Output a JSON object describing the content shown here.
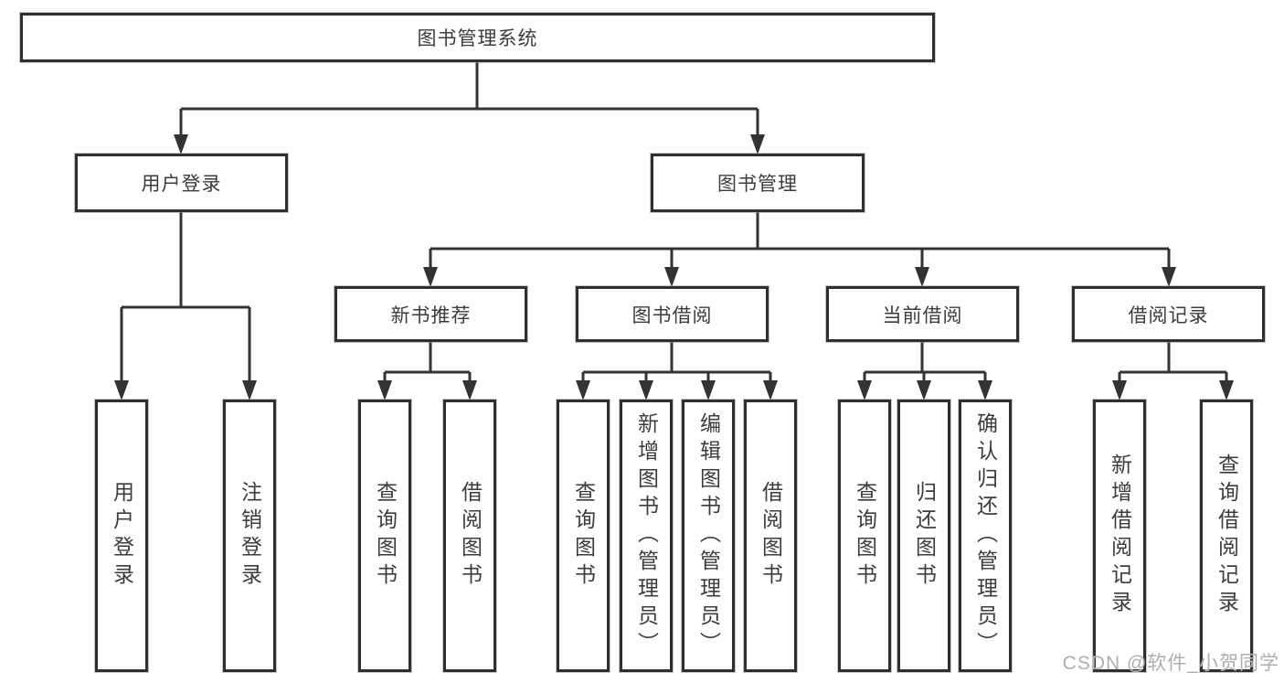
{
  "diagram_type": "hierarchy-tree",
  "colors": {
    "line": "#333333",
    "box_border": "#2f2f2f",
    "text": "#3c3c3c",
    "watermark": "#aeaeae",
    "background": "#ffffff"
  },
  "tree": {
    "label": "图书管理系统",
    "children": [
      {
        "label": "用户登录",
        "children": [
          {
            "label": "用户登录"
          },
          {
            "label": "注销登录"
          }
        ]
      },
      {
        "label": "图书管理",
        "children": [
          {
            "label": "新书推荐",
            "children": [
              {
                "label": "查询图书"
              },
              {
                "label": "借阅图书"
              }
            ]
          },
          {
            "label": "图书借阅",
            "children": [
              {
                "label": "查询图书"
              },
              {
                "label": "新增图书（管理员）"
              },
              {
                "label": "编辑图书（管理员）"
              },
              {
                "label": "借阅图书"
              }
            ]
          },
          {
            "label": "当前借阅",
            "children": [
              {
                "label": "查询图书"
              },
              {
                "label": "归还图书"
              },
              {
                "label": "确认归还（管理员）"
              }
            ]
          },
          {
            "label": "借阅记录",
            "children": [
              {
                "label": "新增借阅记录"
              },
              {
                "label": "查询借阅记录"
              }
            ]
          }
        ]
      }
    ]
  },
  "watermark": {
    "text": "CSDN @软件_小贺同学"
  }
}
